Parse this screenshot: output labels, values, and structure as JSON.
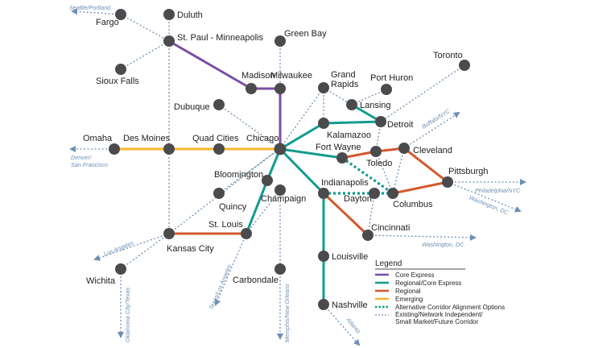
{
  "colors": {
    "core_express": "#7b4ea3",
    "regional_core_express": "#119c8f",
    "regional": "#d4582d",
    "emerging": "#f4b62b",
    "alternative": "#119c8f",
    "existing": "#6d8fb3",
    "node": "#4b4b4d"
  },
  "cities": {
    "duluth": "Duluth",
    "fargo": "Fargo",
    "st_paul": "St. Paul - Minneapolis",
    "sioux_falls": "Sioux Falls",
    "green_bay": "Green Bay",
    "madison": "Madison",
    "milwaukee": "Milwaukee",
    "grand_rapids": "Grand\nRapids",
    "port_huron": "Port Huron",
    "toronto": "Toronto",
    "lansing": "Lansing",
    "dubuque": "Dubuque",
    "detroit": "Detroit",
    "kalamazoo": "Kalamazoo",
    "omaha": "Omaha",
    "des_moines": "Des Moines",
    "quad_cities": "Quad Cities",
    "chicago": "Chicago",
    "fort_wayne": "Fort Wayne",
    "toledo": "Toledo",
    "cleveland": "Cleveland",
    "bloomington": "Bloomington",
    "pittsburgh": "Pittsburgh",
    "indianapolis": "Indianapolis",
    "quincy": "Quincy",
    "champaign": "Champaign",
    "dayton": "Dayton",
    "columbus": "Columbus",
    "st_louis": "St. Louis",
    "kansas_city": "Kansas City",
    "cincinnati": "Cincinnati",
    "wichita": "Wichita",
    "louisville": "Louisville",
    "carbondale": "Carbondale",
    "nashville": "Nashville"
  },
  "external": {
    "seattle_portland": "Seattle/Portland",
    "denver_sf": "Denver/\nSan Francisco",
    "buffalo_nyc": "Buffalo/NYC",
    "philadelphia_nyc": "Philadelphia/NYC",
    "washington_dc_1": "Washington, DC",
    "washington_dc_2": "Washington, DC",
    "los_angeles_1": "Los Angeles",
    "los_angeles_2": "Texas/Los Angeles",
    "oklahoma_texas": "Oklahoma City/Texas",
    "memphis_new_orleans": "Memphis/New Orleans",
    "atlanta": "Atlanta"
  },
  "legend": {
    "title": "Legend",
    "items": [
      {
        "label": "Core Express",
        "style": "core_express"
      },
      {
        "label": "Regional/Core Express",
        "style": "regional_core_express"
      },
      {
        "label": "Regional",
        "style": "regional"
      },
      {
        "label": "Emerging",
        "style": "emerging"
      },
      {
        "label": "Alternative Corridor Alignment Options",
        "style": "alternative"
      },
      {
        "label": "Existing/Network Independent/\nSmall Market/Future Corridor",
        "style": "existing"
      }
    ]
  }
}
